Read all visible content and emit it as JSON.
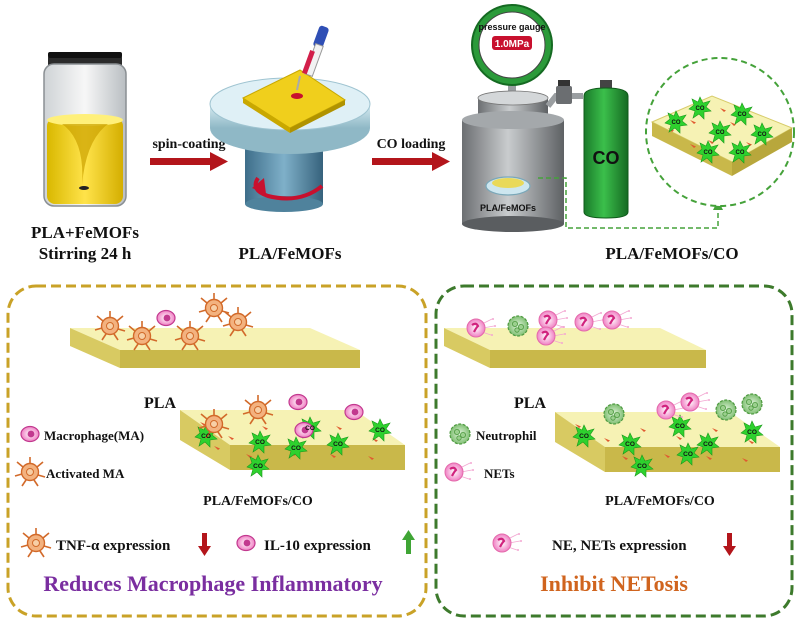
{
  "top": {
    "step1_line1": "PLA+FeMOFs",
    "step1_line2": "Stirring 24 h",
    "arrow1": "spin-coating",
    "step2": "PLA/FeMOFs",
    "arrow2": "CO loading",
    "step3": "PLA/FeMOFs/CO",
    "gauge_title": "pressure gauge",
    "gauge_value": "1.0MPa",
    "vessel_label": "PLA/FeMOFs",
    "cylinder_label": "CO",
    "co_tag": "CO"
  },
  "left_panel": {
    "pla_label": "PLA",
    "treated_label": "PLA/FeMOFs/CO",
    "legend_macrophage": "Macrophage(MA)",
    "legend_activated": "Activated MA",
    "tnf_text": "TNF-α expression",
    "il10_text": "IL-10 expression",
    "title": "Reduces Macrophage Inflammatory"
  },
  "right_panel": {
    "pla_label": "PLA",
    "treated_label": "PLA/FeMOFs/CO",
    "legend_neutrophil": "Neutrophil",
    "legend_nets": "NETs",
    "ne_text": "NE, NETs expression",
    "title": "Inhibit NETosis"
  },
  "colors": {
    "left_border": "#c9a227",
    "right_border": "#3d7a2c",
    "left_title": "#7a2ea0",
    "right_title": "#d0641e",
    "arrow_red": "#b3151b",
    "arrow_green": "#3fa535",
    "membrane_top": "#f6f2b4",
    "membrane_side": "#c9b84a",
    "co_star": "#2ed12e"
  }
}
